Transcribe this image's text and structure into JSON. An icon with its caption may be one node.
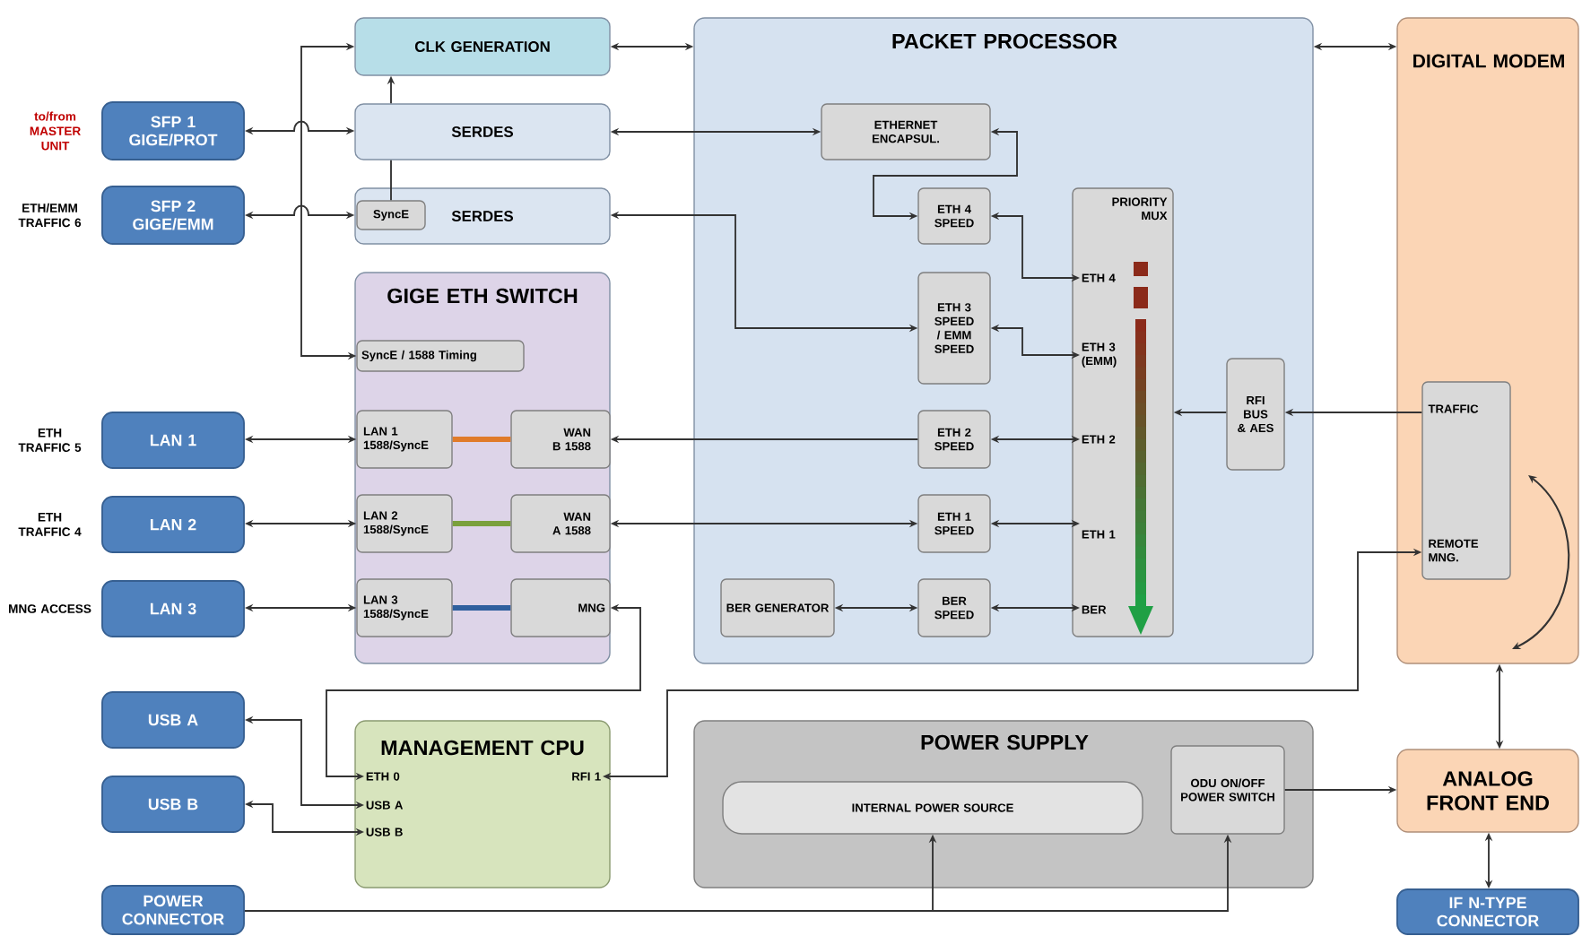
{
  "diagram": {
    "nodes": [
      {
        "text": [
          "CLK GENERATION"
        ]
      },
      {
        "text": [
          "SERDES"
        ]
      },
      {
        "text": [
          "SERDES"
        ]
      },
      {
        "text": [
          "SyncE"
        ],
        "in": 2
      },
      {
        "text": [
          "GIGE ETH SWITCH"
        ]
      },
      {
        "text": [
          "SyncE / 1588 Timing"
        ],
        "in": 4
      },
      {
        "text": [
          "LAN 1 1588/SyncE"
        ],
        "in": 4
      },
      {
        "text": [
          "WAN B 1588"
        ],
        "in": 4
      },
      {
        "text": [
          "LAN 2 1588/SyncE"
        ],
        "in": 4
      },
      {
        "text": [
          "WAN A 1588"
        ],
        "in": 4
      },
      {
        "text": [
          "LAN 3 1588/SyncE"
        ],
        "in": 4
      },
      {
        "text": [
          "MNG"
        ],
        "in": 4
      },
      {
        "text": [
          "PACKET PROCESSOR"
        ]
      },
      {
        "text": [
          "ETHERNET ENCAPSUL."
        ],
        "in": 12
      },
      {
        "text": [
          "ETH 4 SPEED"
        ],
        "in": 12
      },
      {
        "text": [
          "ETH 3 SPEED / EMM SPEED"
        ],
        "in": 12
      },
      {
        "text": [
          "ETH 2 SPEED"
        ],
        "in": 12
      },
      {
        "text": [
          "ETH 1 SPEED"
        ],
        "in": 12
      },
      {
        "text": [
          "BER SPEED"
        ],
        "in": 12
      },
      {
        "text": [
          "BER GENERATOR"
        ],
        "in": 12
      },
      {
        "text": [
          "PRIORITY MUX"
        ],
        "in": 12
      },
      {
        "text": [
          "ETH 4"
        ],
        "in": 20
      },
      {
        "text": [
          "ETH 3 (EMM)"
        ],
        "in": 20
      },
      {
        "text": [
          "ETH 2"
        ],
        "in": 20
      },
      {
        "text": [
          "ETH 1"
        ],
        "in": 20
      },
      {
        "text": [
          "BER"
        ],
        "in": 20
      },
      {
        "text": [
          "RFI BUS & AES"
        ],
        "in": 12
      },
      {
        "text": [
          "DIGITAL MODEM"
        ]
      },
      {
        "text": [
          "TRAFFIC",
          "REMOTE MNG."
        ],
        "in": 27
      },
      {
        "text": [
          "SFP 1 GIGE/PROT"
        ],
        "beside": [
          "to/from MASTER UNIT"
        ]
      },
      {
        "text": [
          "SFP 2 GIGE/EMM"
        ],
        "beside": [
          "ETH/EMM TRAFFIC 6"
        ]
      },
      {
        "text": [
          "LAN 1"
        ],
        "beside": [
          "ETH TRAFFIC 5"
        ]
      },
      {
        "text": [
          "LAN 2"
        ],
        "beside": [
          "ETH TRAFFIC 4"
        ]
      },
      {
        "text": [
          "LAN 3"
        ],
        "beside": [
          "MNG ACCESS"
        ]
      },
      {
        "text": [
          "USB A"
        ]
      },
      {
        "text": [
          "USB B"
        ]
      },
      {
        "text": [
          "POWER CONNECTOR"
        ]
      },
      {
        "text": [
          "MANAGEMENT CPU"
        ]
      },
      {
        "text": [
          "ETH 0"
        ],
        "in": 37
      },
      {
        "text": [
          "USB A"
        ],
        "in": 37
      },
      {
        "text": [
          "USB B"
        ],
        "in": 37
      },
      {
        "text": [
          "RFI 1"
        ],
        "in": 37
      },
      {
        "text": [
          "POWER SUPPLY"
        ]
      },
      {
        "text": [
          "INTERNAL POWER SOURCE"
        ],
        "in": 42
      },
      {
        "text": [
          "ODU ON/OFF POWER SWITCH"
        ],
        "in": 42
      },
      {
        "text": [
          "ANALOG FRONT END"
        ]
      },
      {
        "text": [
          "IF N-TYPE CONNECTOR"
        ]
      }
    ],
    "edges": [
      {
        "from": 29,
        "to": 1,
        "arrow": "both"
      },
      {
        "from": 30,
        "to": 2,
        "arrow": "both"
      },
      {
        "from": 0,
        "to": 5,
        "arrow": "both"
      },
      {
        "from": 3,
        "to": 1,
        "arrow": "none"
      },
      {
        "from": 0,
        "to": 12,
        "arrow": "both"
      },
      {
        "from": 12,
        "to": 27,
        "arrow": "both"
      },
      {
        "from": 1,
        "to": 13,
        "arrow": "both"
      },
      {
        "from": 2,
        "to": 15,
        "arrow": "both"
      },
      {
        "from": 13,
        "to": 14,
        "arrow": "both"
      },
      {
        "from": 14,
        "to": 21,
        "arrow": "both"
      },
      {
        "from": 15,
        "to": 22,
        "arrow": "both"
      },
      {
        "from": 16,
        "to": 7,
        "arrow": "to"
      },
      {
        "from": 9,
        "to": 17,
        "arrow": "both"
      },
      {
        "from": 16,
        "to": 23,
        "arrow": "both"
      },
      {
        "from": 17,
        "to": 24,
        "arrow": "both"
      },
      {
        "from": 19,
        "to": 18,
        "arrow": "both"
      },
      {
        "from": 18,
        "to": 25,
        "arrow": "both"
      },
      {
        "from": 31,
        "to": 6,
        "arrow": "both"
      },
      {
        "from": 32,
        "to": 8,
        "arrow": "both"
      },
      {
        "from": 33,
        "to": 10,
        "arrow": "both"
      },
      {
        "from": 6,
        "to": 7,
        "arrow": "none",
        "style": "thick",
        "color": "#e07b2a"
      },
      {
        "from": 8,
        "to": 9,
        "arrow": "none",
        "style": "thick",
        "color": "#7aa03c"
      },
      {
        "from": 10,
        "to": 11,
        "arrow": "none",
        "style": "thick",
        "color": "#2f5f9e"
      },
      {
        "from": 11,
        "to": 38,
        "arrow": "both"
      },
      {
        "from": 41,
        "to": 28,
        "arrow": "both"
      },
      {
        "from": 34,
        "to": 39,
        "arrow": "both"
      },
      {
        "from": 35,
        "to": 40,
        "arrow": "both"
      },
      {
        "from": 28,
        "to": 26,
        "arrow": "to"
      },
      {
        "from": 26,
        "to": 20,
        "arrow": "to"
      },
      {
        "from": 27,
        "to": 45,
        "arrow": "both"
      },
      {
        "from": 45,
        "to": 46,
        "arrow": "both"
      },
      {
        "from": 44,
        "to": 45,
        "arrow": "to"
      },
      {
        "from": 36,
        "to": 43,
        "arrow": "to"
      },
      {
        "from": 36,
        "to": 44,
        "arrow": "to"
      },
      {
        "from": 1,
        "to": 0,
        "arrow": "to"
      }
    ]
  }
}
